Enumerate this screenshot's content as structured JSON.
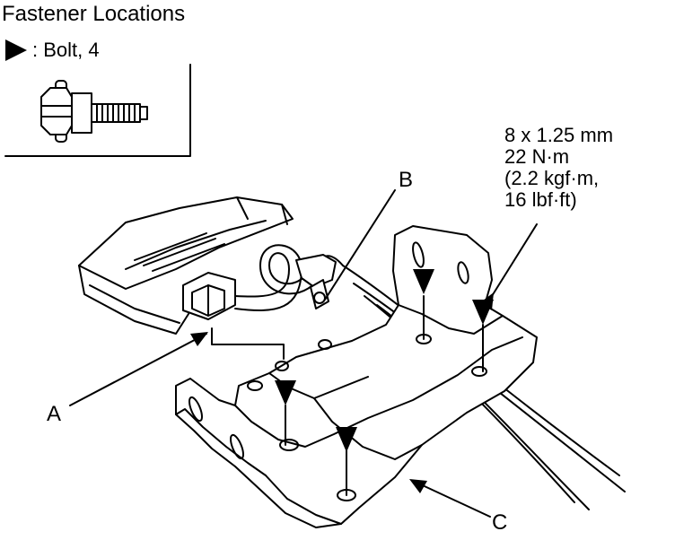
{
  "title": "Fastener Locations",
  "legend": {
    "symbol": "arrow-marker-icon",
    "text": ": Bolt, 4"
  },
  "torque_spec": {
    "line1": "8 x 1.25 mm",
    "line2": "22 N·m",
    "line3": "(2.2 kgf·m,",
    "line4": "16 lbf·ft)"
  },
  "callouts": {
    "a": "A",
    "b": "B",
    "c": "C"
  }
}
